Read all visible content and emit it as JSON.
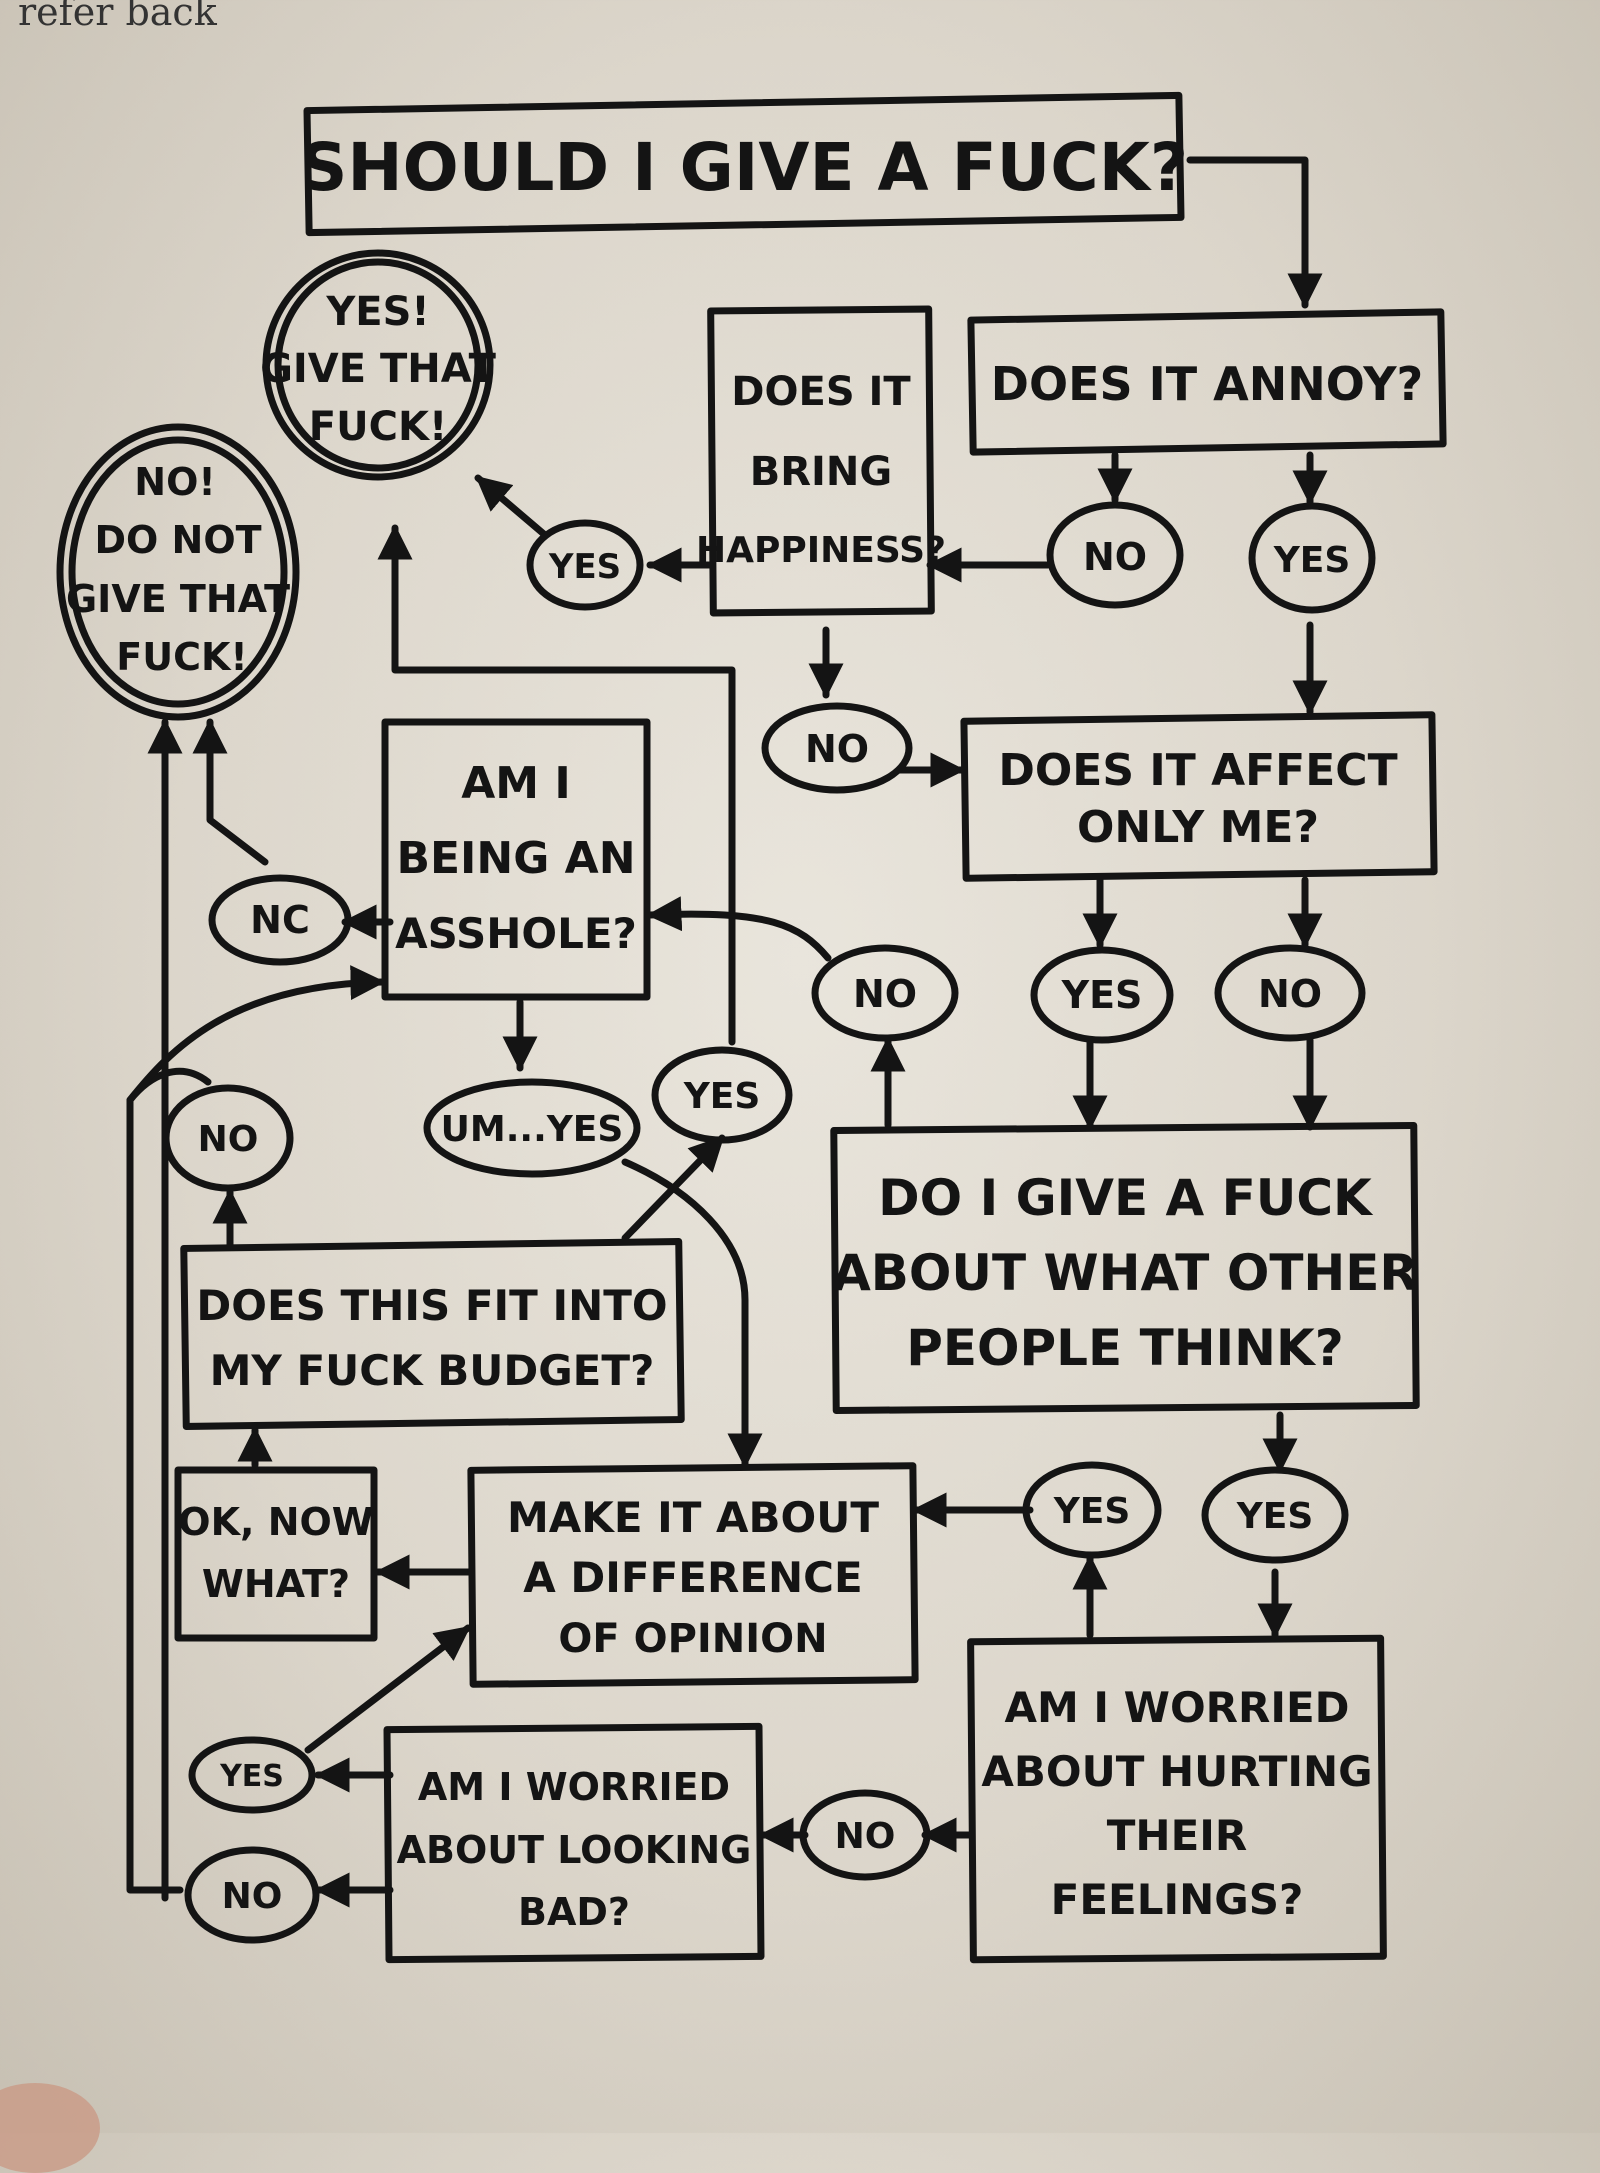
{
  "page": {
    "corner_text": "refer back"
  },
  "flowchart": {
    "title": "SHOULD I GIVE A FUCK?",
    "terminals": {
      "yes": [
        "YES!",
        "GIVE THAT",
        "FUCK!"
      ],
      "no": [
        "NO!",
        "DO NOT",
        "GIVE THAT",
        "FUCK!"
      ]
    },
    "boxes": {
      "annoy": [
        "DOES IT ANNOY?"
      ],
      "happiness": [
        "DOES IT",
        "BRING",
        "HAPPINESS?"
      ],
      "affect": [
        "DOES IT AFFECT",
        "ONLY ME?"
      ],
      "asshole": [
        "AM I",
        "BEING AN",
        "ASSHOLE?"
      ],
      "others": [
        "DO I GIVE A FUCK",
        "ABOUT WHAT OTHER",
        "PEOPLE THINK?"
      ],
      "budget": [
        "DOES THIS FIT INTO",
        "MY FUCK BUDGET?"
      ],
      "opinion": [
        "MAKE IT ABOUT",
        "A DIFFERENCE",
        "OF OPINION"
      ],
      "nowwhat": [
        "OK, NOW",
        "WHAT?"
      ],
      "feelings": [
        "AM I WORRIED",
        "ABOUT HURTING",
        "THEIR",
        "FEELINGS?"
      ],
      "looking": [
        "AM I WORRIED",
        "ABOUT LOOKING",
        "BAD?"
      ]
    },
    "labels": {
      "annoy_no": "NO",
      "annoy_yes": "YES",
      "happy_yes": "YES",
      "happy_no": "NO",
      "affect_yes": "YES",
      "affect_no": "NO",
      "others_no": "NO",
      "asshole_no": "NC",
      "asshole_yes": "UM...YES",
      "budget_yes": "YES",
      "budget_no": "NO",
      "feel_yes": "YES",
      "others_yes": "YES",
      "feel_no": "NO",
      "look_yes": "YES",
      "look_no": "NO"
    }
  }
}
